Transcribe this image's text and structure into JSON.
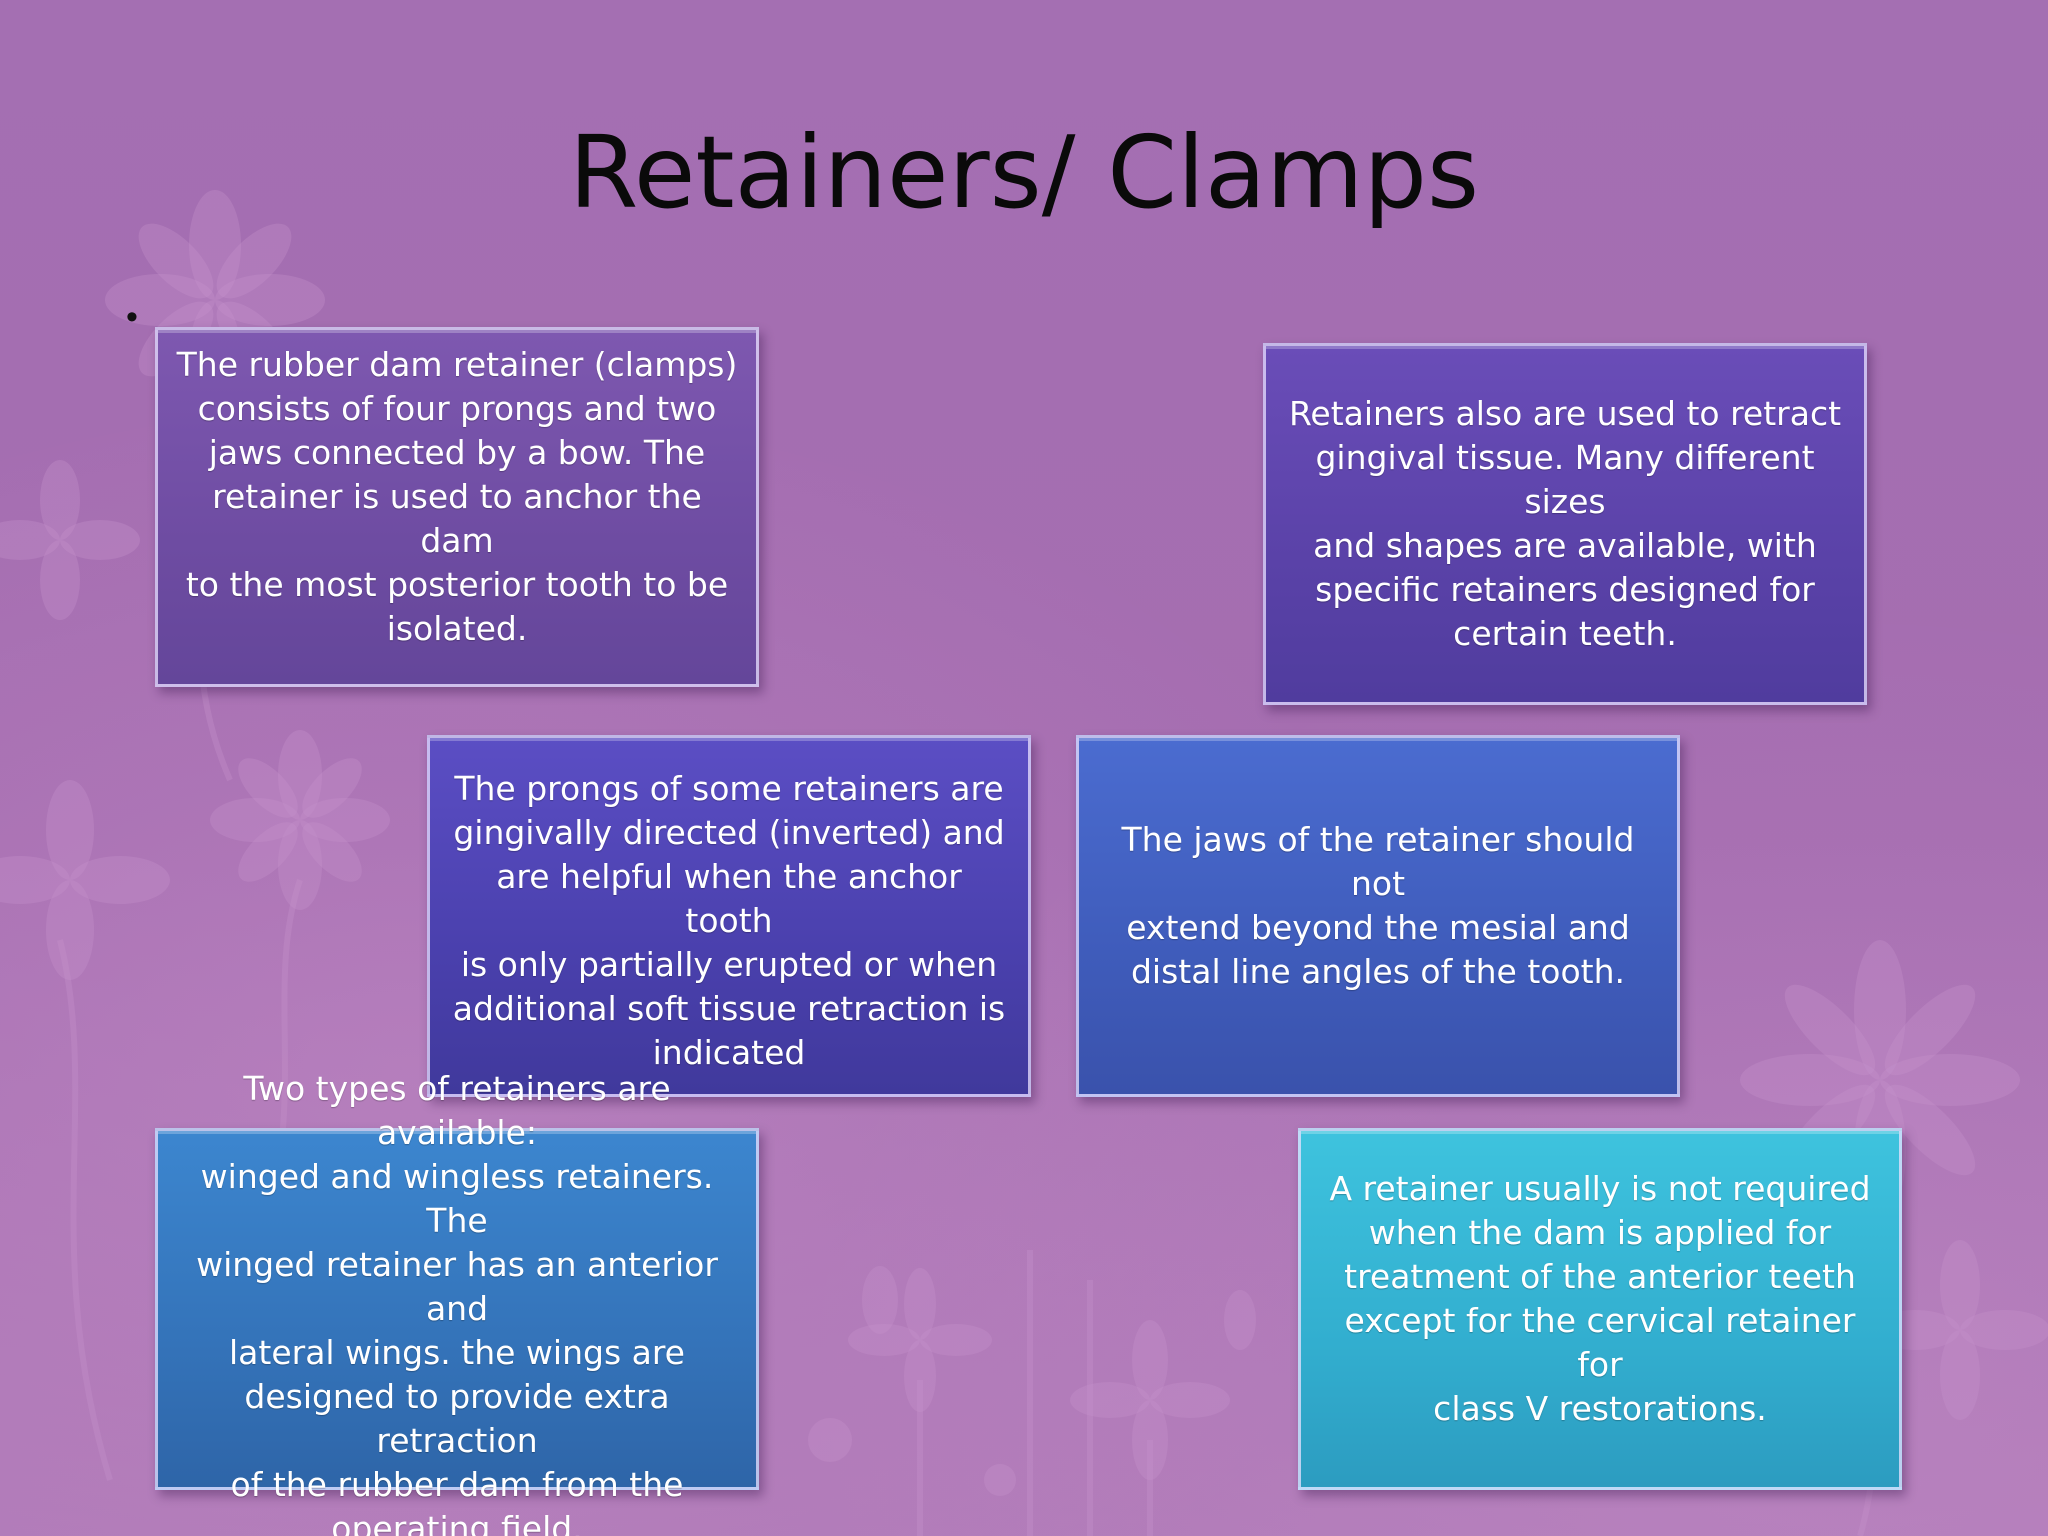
{
  "slide": {
    "title": "Retainers/ Clamps",
    "bullet": "•",
    "boxes": [
      {
        "lines": [
          "The rubber dam retainer (clamps)",
          "consists of four prongs and two",
          "jaws connected by a bow. The",
          "retainer is used to anchor the dam",
          "to the most posterior tooth to be",
          "isolated."
        ]
      },
      {
        "lines": [
          "Retainers also are used to retract",
          "gingival tissue. Many different sizes",
          "and shapes are available, with",
          "specific retainers designed for",
          "certain teeth."
        ]
      },
      {
        "lines": [
          "The prongs of some retainers are",
          "gingivally directed (inverted) and",
          "are helpful when the anchor tooth",
          "is only partially erupted or when",
          "additional soft tissue retraction is",
          "indicated"
        ]
      },
      {
        "lines": [
          "The jaws of the retainer should not",
          "extend beyond the mesial and",
          "distal line angles of the tooth."
        ]
      },
      {
        "lines": [
          "Two types of retainers are available:",
          "winged and wingless retainers. The",
          "winged retainer has an anterior and",
          "lateral wings. the wings are",
          "designed to provide extra retraction",
          "of the  rubber dam from the",
          "operating field."
        ]
      },
      {
        "lines": [
          "A retainer usually is not required",
          "when the dam is applied for",
          "treatment of the anterior teeth",
          "except for the cervical retainer for",
          "class V restorations."
        ]
      }
    ]
  },
  "colors": {
    "background": "#a56fb2",
    "title": "#0a0a0a",
    "box_text": "#ffffff"
  }
}
